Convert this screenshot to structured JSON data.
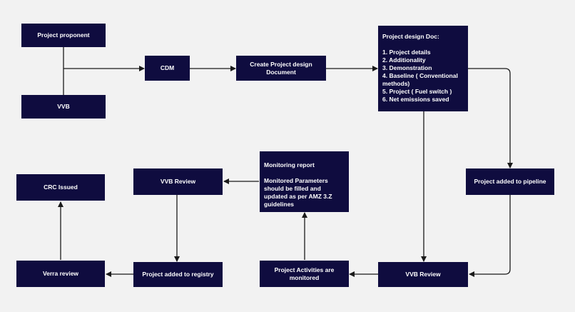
{
  "nodes": {
    "project_proponent": "Project proponent",
    "vvb": "VVB",
    "cdm": "CDM",
    "create_pdd": "Create Project design Document",
    "pdd": {
      "title": "Project design Doc:",
      "items": [
        "1. Project details",
        "2. Additionality",
        "3. Demonstration",
        "4. Baseline ( Conventional methods)",
        "5. Project ( Fuel switch )",
        "6. Net emissions saved"
      ]
    },
    "pipeline": "Project added to pipeline",
    "vvb_review_right": "VVB Review",
    "activities_monitored": "Project Activities are monitored",
    "monitoring_report": {
      "title": "Monitoring report",
      "body": "Monitored Parameters should be filled and updated as per AMZ 3.Z guidelines"
    },
    "vvb_review_left": "VVB Review",
    "added_registry": "Project added to registry",
    "verra_review": "Verra review",
    "crc_issued": "CRC Issued"
  },
  "colors": {
    "node_fill": "#0f0c3f",
    "node_text": "#ffffff",
    "connector": "#1a1a1a",
    "background": "#f2f2f2"
  }
}
